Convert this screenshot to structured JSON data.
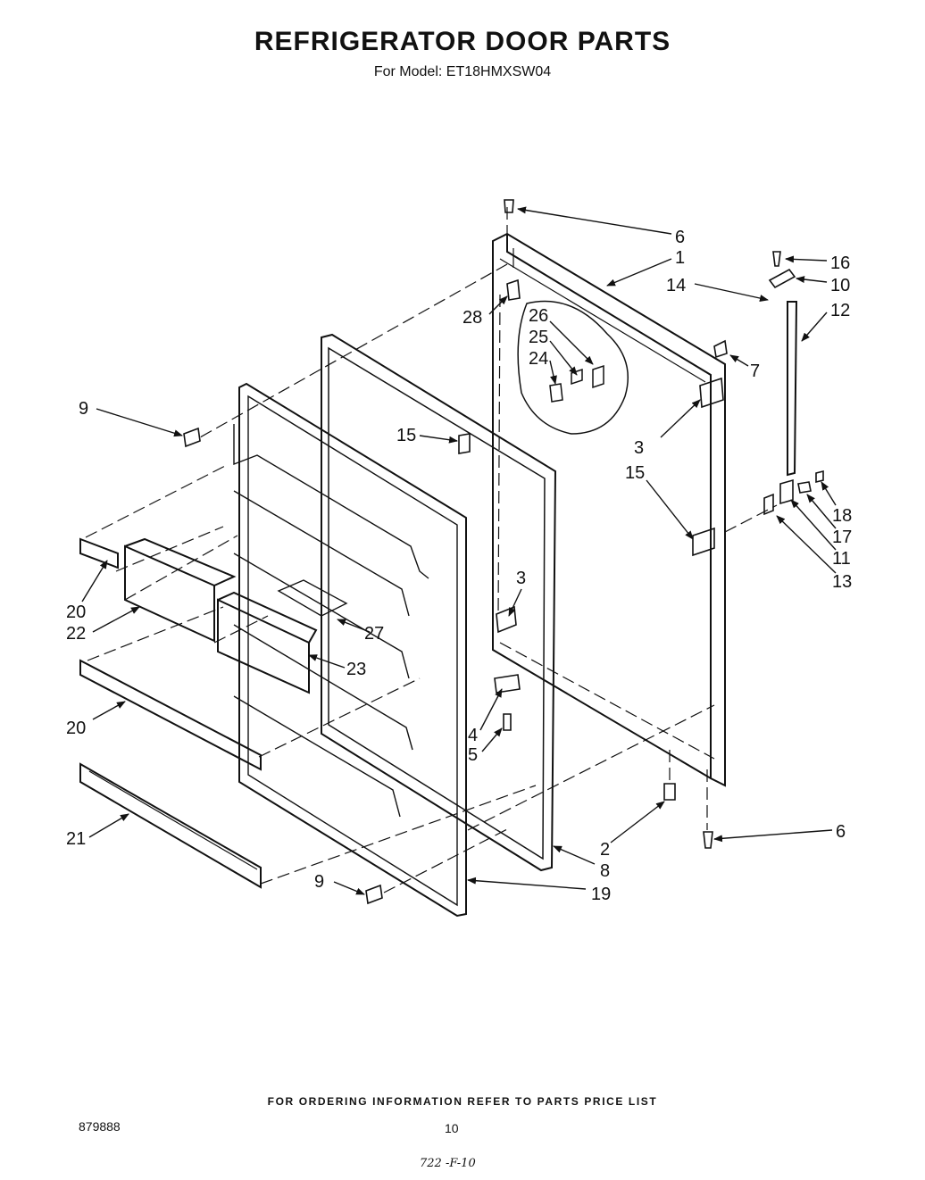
{
  "title": "REFRIGERATOR DOOR PARTS",
  "subtitle": "For Model: ET18HMXSW04",
  "footer": "FOR ORDERING INFORMATION REFER TO PARTS PRICE LIST",
  "document_number": "879888",
  "page_number": "10",
  "handwritten_note": "722 -F-10",
  "callouts": {
    "c6a": "6",
    "c1": "1",
    "c16": "16",
    "c14": "14",
    "c10": "10",
    "c12": "12",
    "c28": "28",
    "c26": "26",
    "c25": "25",
    "c24": "24",
    "c7": "7",
    "c9a": "9",
    "c15a": "15",
    "c3a": "3",
    "c15b": "15",
    "c18": "18",
    "c17": "17",
    "c11": "11",
    "c13": "13",
    "c3b": "3",
    "c20a": "20",
    "c22": "22",
    "c27": "27",
    "c23": "23",
    "c20b": "20",
    "c4": "4",
    "c5": "5",
    "c21": "21",
    "c2": "2",
    "c6b": "6",
    "c8": "8",
    "c9b": "9",
    "c19": "19"
  }
}
